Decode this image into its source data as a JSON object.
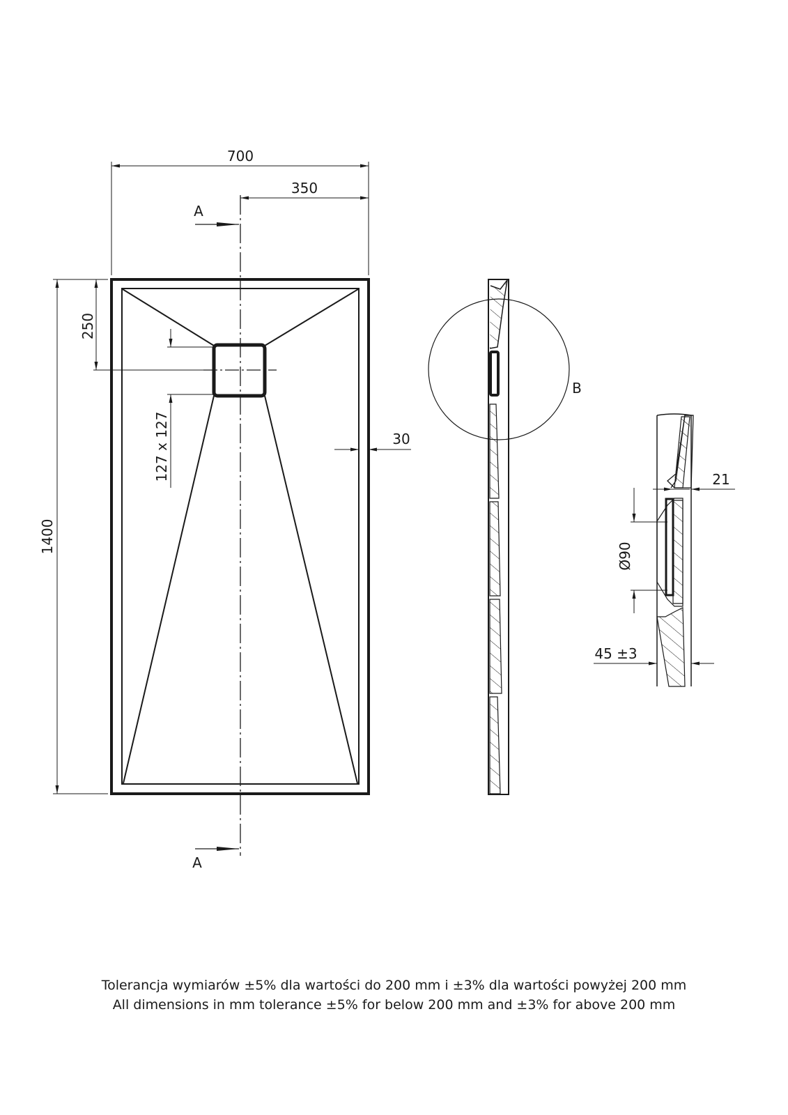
{
  "plan_view": {
    "width_label": "700",
    "half_width_label": "350",
    "length_label": "1400",
    "drain_offset_label": "250",
    "drain_size_label": "127 x 127",
    "rim_label": "30",
    "section_marker_top": "A",
    "section_marker_bottom": "A"
  },
  "section_view": {
    "detail_marker": "B"
  },
  "detail_view": {
    "thickness_label": "21",
    "outlet_label": "Ø90",
    "height_label": "45 ±3"
  },
  "notes": {
    "polish": "Tolerancja wymiarów ±5% dla wartości do 200 mm i ±3% dla wartości powyżej 200 mm",
    "english": "All dimensions in mm tolerance ±5% for below 200 mm and ±3% for above 200 mm"
  },
  "colors": {
    "line": "#1a1a1a",
    "background": "#ffffff"
  }
}
